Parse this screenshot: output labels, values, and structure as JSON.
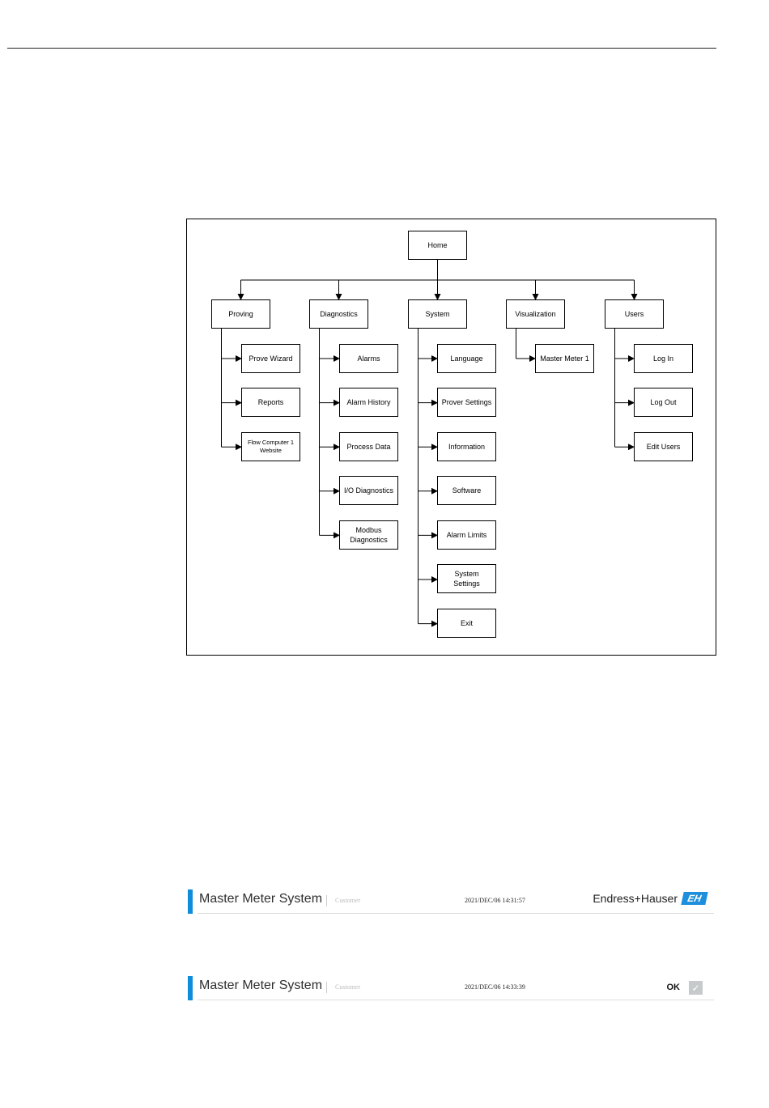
{
  "diagram": {
    "root": "Home",
    "columns": [
      {
        "label": "Proving",
        "children": [
          "Prove Wizard",
          "Reports",
          "Flow Computer 1\nWebsite"
        ]
      },
      {
        "label": "Diagnostics",
        "children": [
          "Alarms",
          "Alarm History",
          "Process Data",
          "I/O Diagnostics",
          "Modbus\nDiagnostics"
        ]
      },
      {
        "label": "System",
        "children": [
          "Language",
          "Prover Settings",
          "Information",
          "Software",
          "Alarm Limits",
          "System Settings",
          "Exit"
        ]
      },
      {
        "label": "Visualization",
        "children": [
          "Master Meter 1"
        ]
      },
      {
        "label": "Users",
        "children": [
          "Log In",
          "Log Out",
          "Edit Users"
        ]
      }
    ]
  },
  "header1": {
    "title": "Master Meter System",
    "customer": "Customer",
    "datetime": "2021/DEC/06 14:31:57",
    "brand": "Endress+Hauser",
    "logo_text": "EH"
  },
  "header2": {
    "title": "Master Meter System",
    "customer": "Customer",
    "datetime": "2021/DEC/06 14:33:39",
    "ok_label": "OK",
    "check_icon": "check-icon"
  },
  "colors": {
    "accent": "#0d8ddb",
    "brand_logo": "#1d8fdc",
    "check_bg": "#c6cacd"
  }
}
